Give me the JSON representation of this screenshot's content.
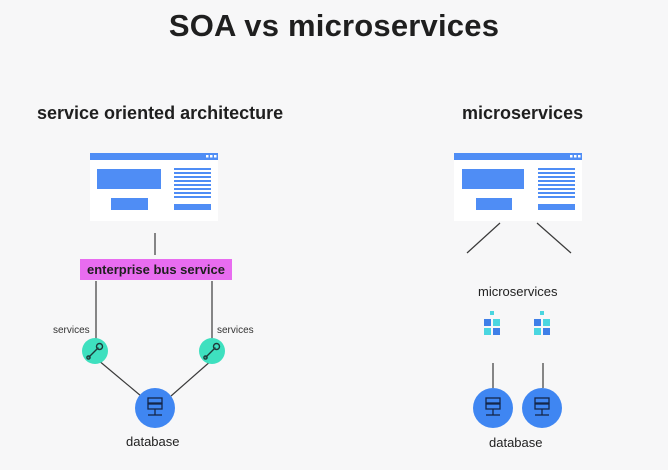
{
  "title": "SOA vs microservices",
  "soa": {
    "heading": "service oriented architecture",
    "bus_label": "enterprise bus service",
    "service_left_label": "services",
    "service_right_label": "services",
    "database_label": "database"
  },
  "microservices": {
    "heading": "microservices",
    "group_label": "microservices",
    "database_label": "database"
  },
  "colors": {
    "window_blue": "#4f8df5",
    "bus_pink": "#e86cf0",
    "service_teal": "#3ee0bf",
    "database_blue": "#3f86f2",
    "cube_blue": "#3f7fe8",
    "cube_teal": "#4ad6e0"
  },
  "icons": {
    "window": "browser-window-icon",
    "service": "wrench-icon",
    "database": "server-database-icon",
    "microservice": "cubes-icon"
  }
}
